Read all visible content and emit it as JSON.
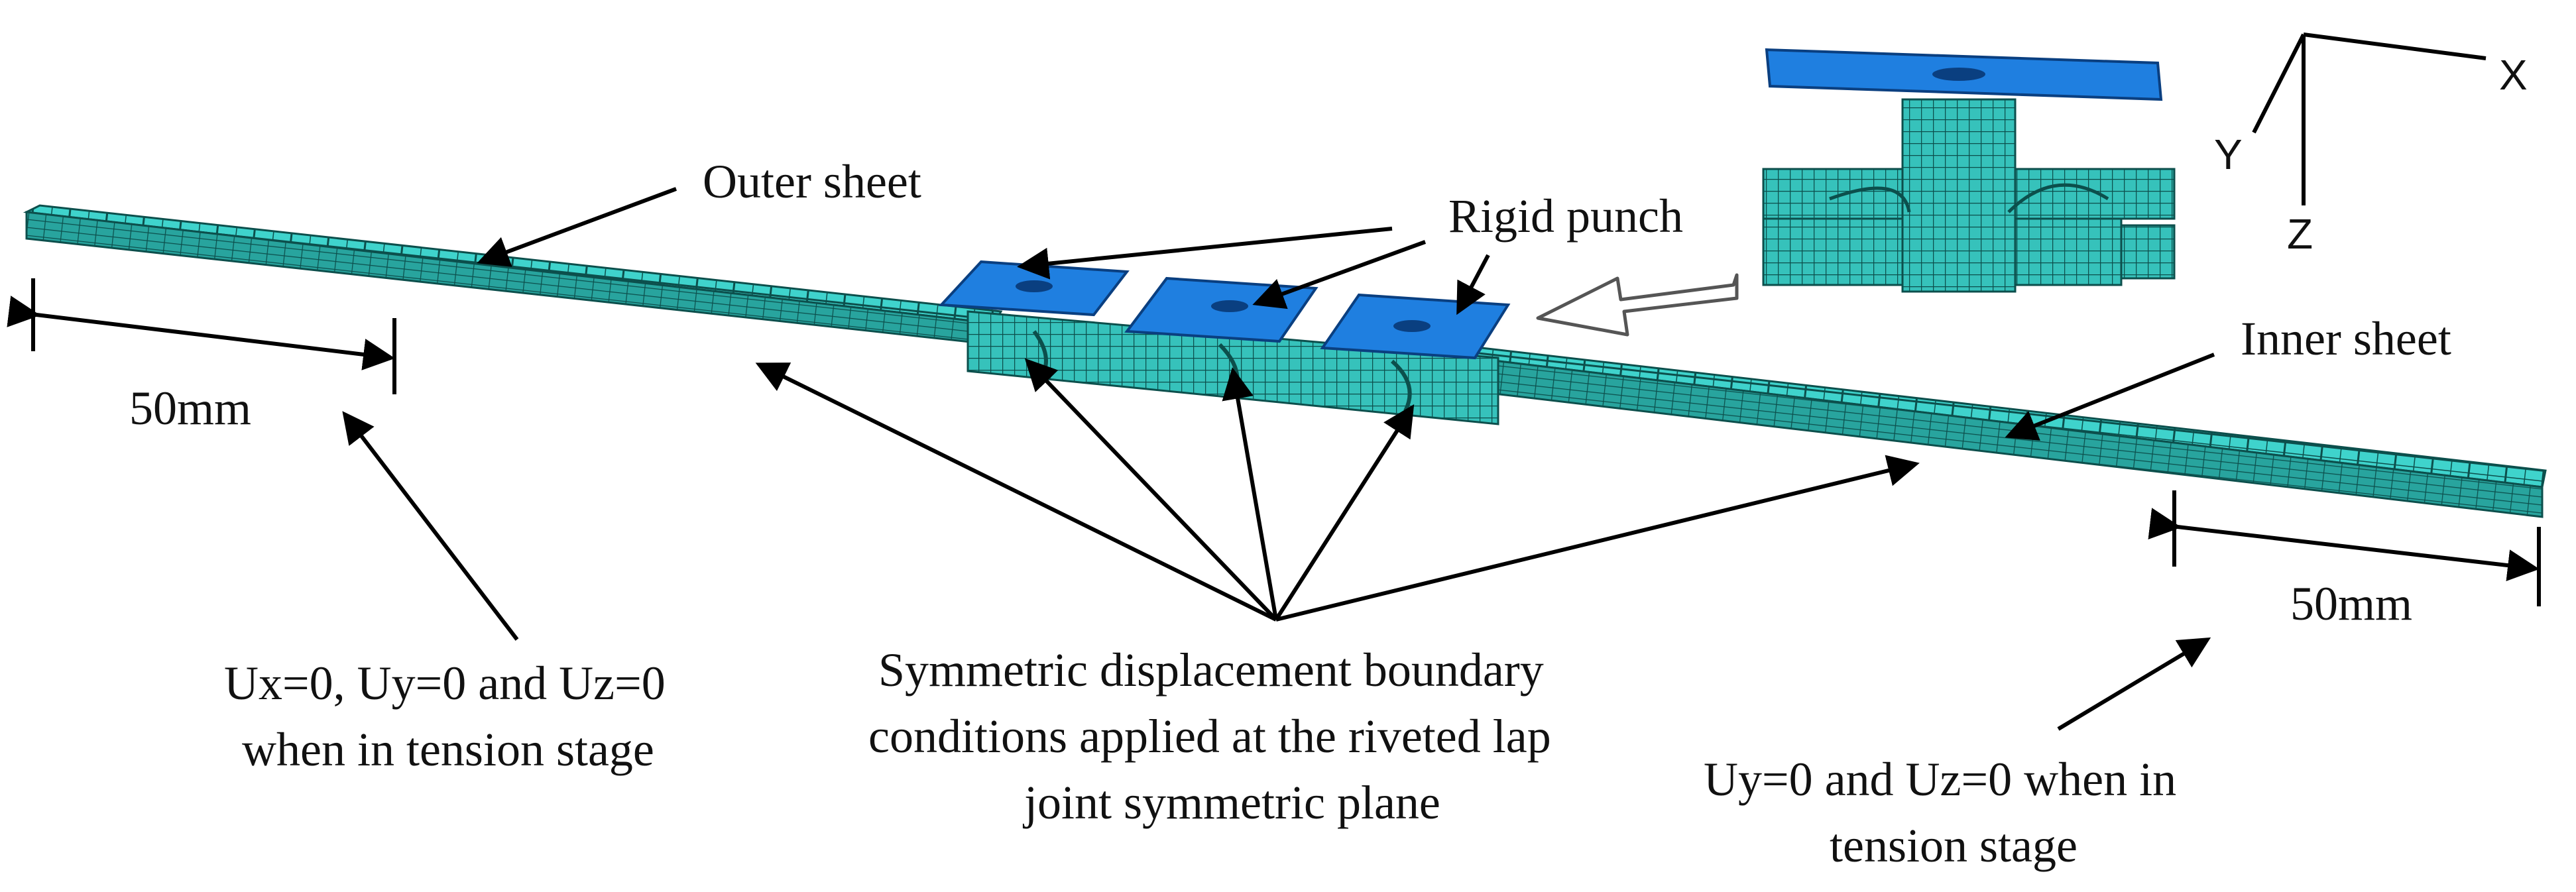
{
  "labels": {
    "outer_sheet": "Outer sheet",
    "rigid_punch": "Rigid punch",
    "inner_sheet": "Inner sheet",
    "dim_left": "50mm",
    "dim_right": "50mm",
    "bc_left_line1": "Ux=0, Uy=0 and Uz=0",
    "bc_left_line2": "when in tension stage",
    "sym_line1": "Symmetric displacement boundary",
    "sym_line2": "conditions applied at the riveted lap",
    "sym_line3": "joint symmetric plane",
    "bc_right_line1": "Uy=0 and Uz=0 when in",
    "bc_right_line2": "tension stage"
  },
  "axes": {
    "x": "X",
    "y": "Y",
    "z": "Z"
  },
  "colors": {
    "mesh": "#3fd3cc",
    "mesh_dark": "#1f8f8a",
    "mesh_line": "#0c4f4c",
    "punch": "#1f7fe0",
    "punch_edge": "#0a3f80"
  },
  "icons": {
    "callout_arrow": "hollow-arrow-icon"
  }
}
